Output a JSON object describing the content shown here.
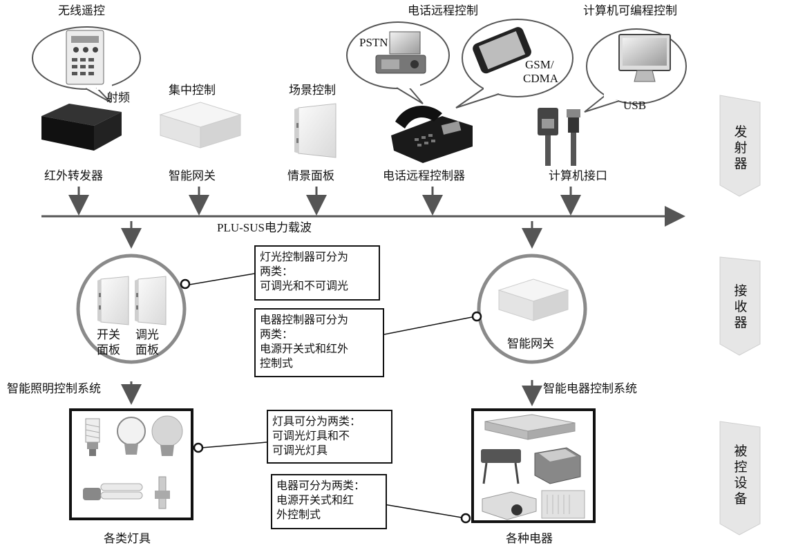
{
  "top": {
    "wireless_remote": "无线遥控",
    "rf": "射频",
    "central_control": "集中控制",
    "scene_control": "场景控制",
    "phone_remote_control": "电话远程控制",
    "computer_programmable_control": "计算机可编程控制",
    "pstn": "PSTN",
    "gsm": "GSM/",
    "cdma": "CDMA",
    "usb": "USB"
  },
  "devices": {
    "ir_repeater": "红外转发器",
    "smart_gateway": "智能网关",
    "scene_panel": "情景面板",
    "phone_remote_controller": "电话远程控制器",
    "computer_interface": "计算机接口"
  },
  "bus": {
    "label": "PLU-SUS电力载波"
  },
  "receivers": {
    "switch_panel": "开关\n面板",
    "dimmer_panel": "调光\n面板",
    "smart_gateway": "智能网关"
  },
  "notes": {
    "light_controller": "灯光控制器可分为\n两类：\n可调光和不可调光",
    "appliance_controller": "电器控制器可分为\n两类：\n电源开关式和红外\n控制式",
    "lamps": "灯具可分为两类：\n可调光灯具和不\n可调光灯具",
    "appliances": "电器可分为两类：\n电源开关式和红\n外控制式"
  },
  "systems": {
    "lighting": "智能照明控制系统",
    "appliance": "智能电器控制系统"
  },
  "bottom": {
    "lamps": "各类灯具",
    "appliances": "各种电器"
  },
  "side": {
    "transmit": "发\n射\n器",
    "receive": "接\n收\n器",
    "controlled": "被\n控\n设\n备"
  },
  "colors": {
    "line": "#111111",
    "arrow": "#555555",
    "ring": "#8a8a8a",
    "chevron": "#e6e6e6",
    "chevron_stroke": "#cfcfcf"
  }
}
